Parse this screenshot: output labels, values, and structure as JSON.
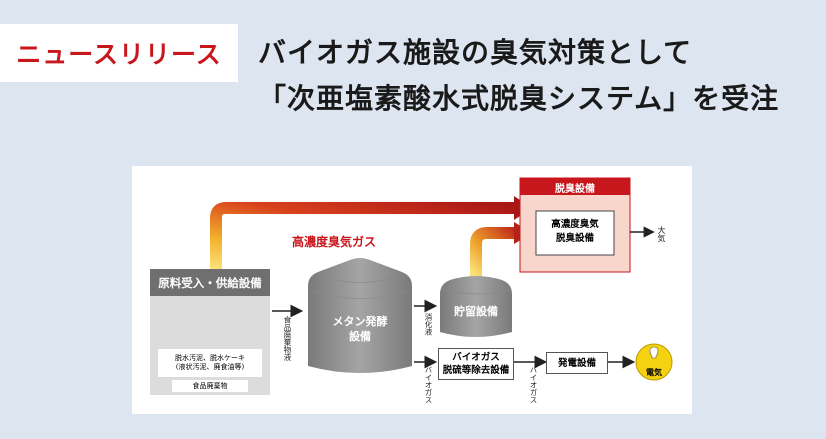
{
  "badge": {
    "label": "ニュースリリース"
  },
  "headline": {
    "line1": "バイオガス施設の臭気対策として",
    "line2": "「次亜塩素酸水式脱臭システム」を受注"
  },
  "diagram": {
    "feed_title": "原料受入・供給設備",
    "feed_note_line1": "脱水汚泥、脱水ケーキ",
    "feed_note_line2": "(液状汚泥、廃食油等)",
    "feed_food": "食品廃棄物",
    "arrow_feed_label": "食品廃棄物液",
    "digester_line1": "メタン発酵",
    "digester_line2": "設備",
    "storage_label": "貯留設備",
    "arrow_storage_label": "消化液",
    "odor_gas_label": "高濃度臭気ガス",
    "deodor_title": "脱臭設備",
    "deodor_inner_line1": "高濃度臭気",
    "deodor_inner_line2": "脱臭設備",
    "atmosphere_label": "大気",
    "biogas_label": "バイオガス",
    "desulf_line1": "バイオガス",
    "desulf_line2": "脱硫等除去設備",
    "biogas_label2": "バイオガス",
    "power_label": "発電設備",
    "electricity_label": "電気"
  },
  "colors": {
    "accent_red": "#c8161d",
    "deodor_fill": "#f8d6cb",
    "bulb": "#f5d20f"
  }
}
